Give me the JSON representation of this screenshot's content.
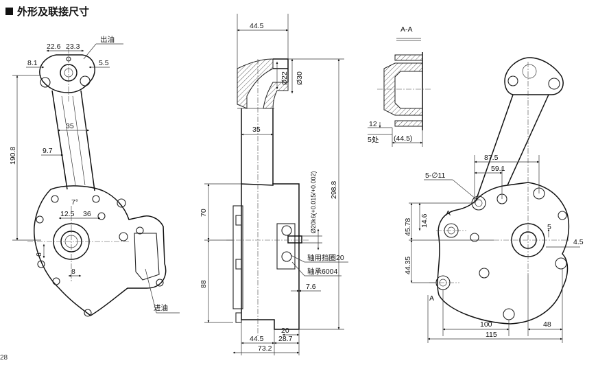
{
  "title": "外形及联接尺寸",
  "page_number": "28",
  "left_view": {
    "d_22_6": "22.6",
    "d_23_3": "23.3",
    "outlet": "出油",
    "d_8_1": "8.1",
    "d_5_5": "5.5",
    "d_35": "35",
    "d_190_8": "190.8",
    "d_9_7": "9.7",
    "d_7deg": "7°",
    "d_12_5": "12.5",
    "d_36": "36",
    "d_6": "6",
    "d_8": "8",
    "inlet": "进油"
  },
  "middle_view": {
    "d_44_5_top": "44.5",
    "d_phi22": "Ø22",
    "d_phi30": "Ø30",
    "d_35": "35",
    "d_298_8": "298.8",
    "d_70": "70",
    "d_88": "88",
    "shaft_fit": "Ø20k6(+0.015/+0.002)",
    "retaining_ring": "轴用挡圈20",
    "bearing": "轴承6004",
    "d_7_6": "7.6",
    "d_20": "20",
    "d_44_5_bot": "44.5",
    "d_28_7": "28.7",
    "d_73_2": "73.2"
  },
  "section_view": {
    "label": "A-A",
    "d_12": "12",
    "d_5places": "5处",
    "d_44_5": "(44.5)"
  },
  "right_view": {
    "d_87_5": "87.5",
    "d_59_1": "59.1",
    "holes": "5-∅11",
    "label_a_top": "A",
    "label_a_bot": "A",
    "d_14_6": "14.6",
    "d_45_78": "45.78",
    "d_44_35": "44.35",
    "d_5": "5",
    "d_4_5": "4.5",
    "d_100": "100",
    "d_48": "48",
    "d_115": "115"
  }
}
